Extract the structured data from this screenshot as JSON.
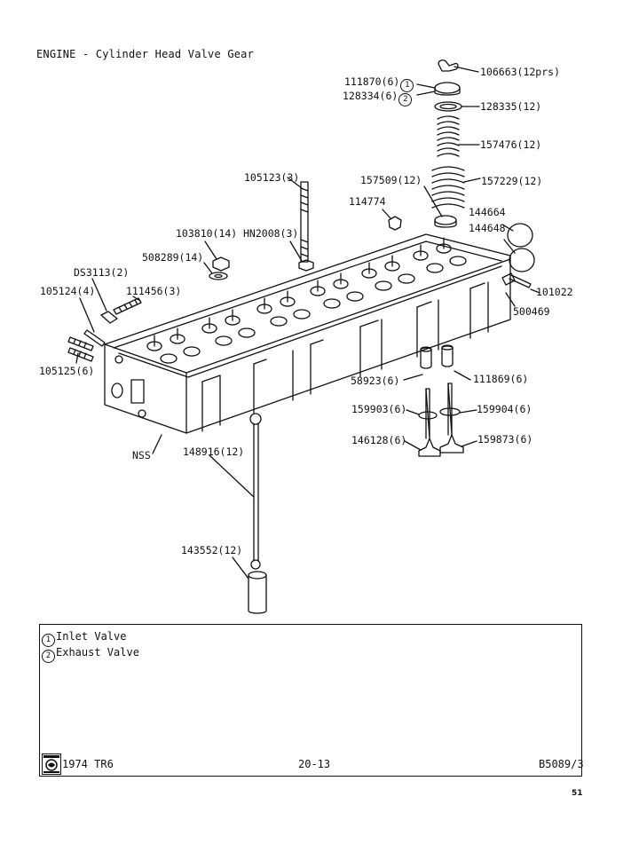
{
  "title": "ENGINE - Cylinder Head Valve Gear",
  "labels": {
    "p106663": "106663(12prs)",
    "p111870": "111870(6)",
    "p128334": "128334(6)",
    "p128335": "128335(12)",
    "p157476": "157476(12)",
    "p157229": "157229(12)",
    "p157509": "157509(12)",
    "p105123": "105123(3)",
    "p114774": "114774",
    "p144664": "144664",
    "p144648": "144648",
    "p103810": "103810(14)",
    "pHN2008": "HN2008(3)",
    "p508289": "508289(14)",
    "pDS3113": "DS3113(2)",
    "p105124": "105124(4)",
    "p111456": "111456(3)",
    "p101022": "101022",
    "p500469": "500469",
    "p105125": "105125(6)",
    "p58923": "58923(6)",
    "p111869": "111869(6)",
    "p159903": "159903(6)",
    "p159904": "159904(6)",
    "p146128": "146128(6)",
    "p159873": "159873(6)",
    "nss": "NSS",
    "p148916": "148916(12)",
    "p143552": "143552(12)"
  },
  "markers": {
    "one": "1",
    "two": "2"
  },
  "legend": {
    "inlet": "Inlet Valve",
    "exhaust": "Exhaust Valve"
  },
  "footer": {
    "model": "1974 TR6",
    "section": "20-13",
    "ref": "B5089/3"
  },
  "page_number": "51"
}
